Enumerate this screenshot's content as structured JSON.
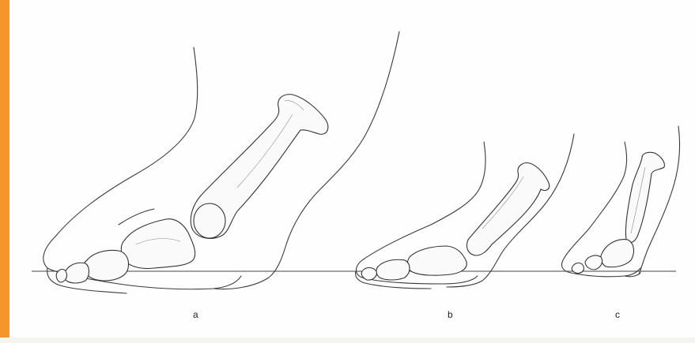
{
  "colors": {
    "accent": "#f5962a",
    "ink": "#333333",
    "background": "#fefefe"
  },
  "labels": {
    "a": "a",
    "b": "b",
    "c": "c"
  }
}
